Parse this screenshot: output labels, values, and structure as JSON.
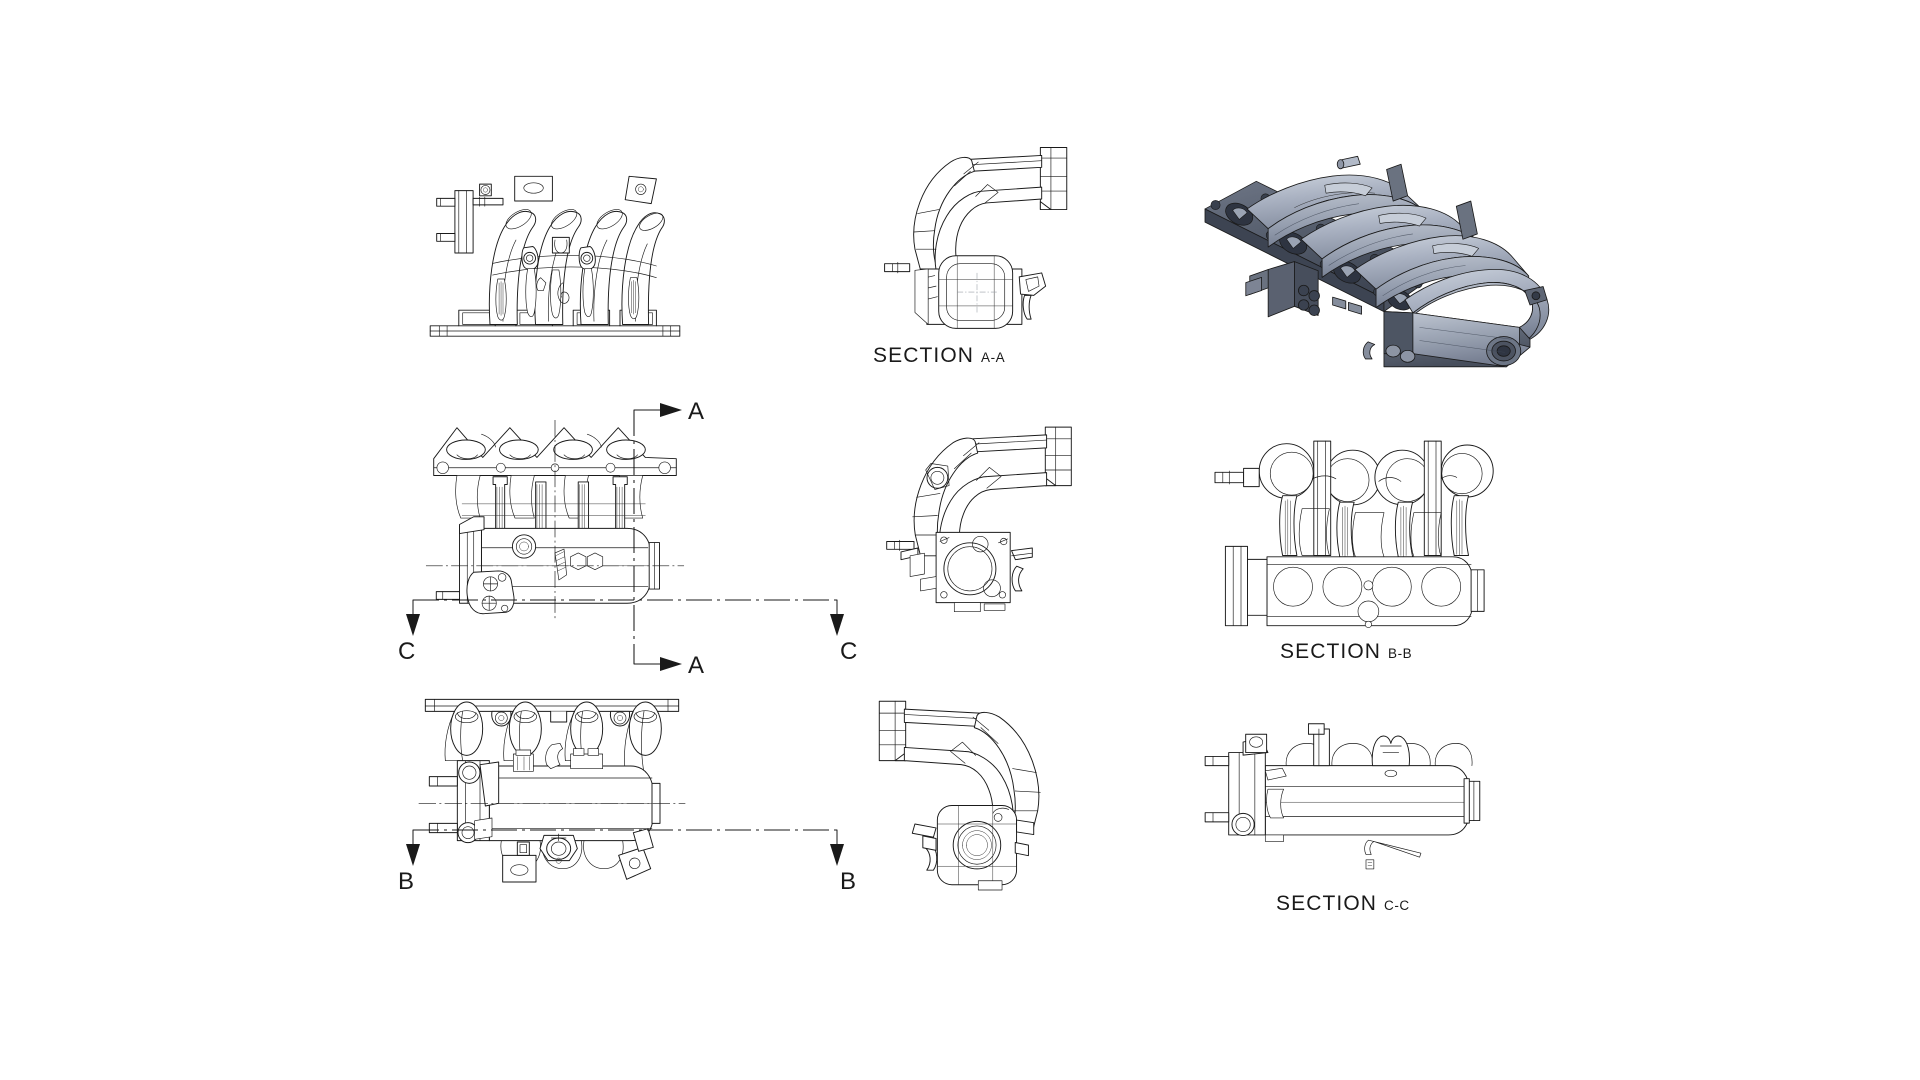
{
  "document": {
    "title": "Intake Manifold Multi-View Engineering Drawing",
    "sheet_background": "#ffffff",
    "line_color": "#1a1a1a"
  },
  "section_labels": [
    {
      "id": "sec-aa",
      "prefix": "SECTION",
      "suffix": "A-A"
    },
    {
      "id": "sec-bb",
      "prefix": "SECTION",
      "suffix": "B-B"
    },
    {
      "id": "sec-cc",
      "prefix": "SECTION",
      "suffix": "C-C"
    }
  ],
  "cut_markers": [
    {
      "id": "cut-a-top",
      "letter": "A",
      "direction": "right"
    },
    {
      "id": "cut-a-bottom",
      "letter": "A",
      "direction": "right"
    },
    {
      "id": "cut-c-left",
      "letter": "C",
      "direction": "down"
    },
    {
      "id": "cut-c-right",
      "letter": "C",
      "direction": "down"
    },
    {
      "id": "cut-b-left",
      "letter": "B",
      "direction": "down"
    },
    {
      "id": "cut-b-right",
      "letter": "B",
      "direction": "down"
    }
  ],
  "views": [
    {
      "id": "view-front-wireframe",
      "name": "front-elevation-view",
      "row": 1,
      "col": 1,
      "style": "wireframe"
    },
    {
      "id": "view-section-aa",
      "name": "section-aa-view",
      "row": 1,
      "col": 2,
      "style": "wireframe"
    },
    {
      "id": "view-isometric-shaded",
      "name": "isometric-3d-view",
      "row": 1,
      "col": 3,
      "style": "shaded"
    },
    {
      "id": "view-top-wireframe",
      "name": "top-plan-view",
      "row": 2,
      "col": 1,
      "style": "wireframe"
    },
    {
      "id": "view-right-side",
      "name": "right-side-view",
      "row": 2,
      "col": 2,
      "style": "wireframe"
    },
    {
      "id": "view-section-bb",
      "name": "section-bb-view",
      "row": 2,
      "col": 3,
      "style": "wireframe"
    },
    {
      "id": "view-bottom-wireframe",
      "name": "bottom-plan-view",
      "row": 3,
      "col": 1,
      "style": "wireframe"
    },
    {
      "id": "view-left-side",
      "name": "left-side-view",
      "row": 3,
      "col": 2,
      "style": "wireframe"
    },
    {
      "id": "view-section-cc",
      "name": "section-cc-view",
      "row": 3,
      "col": 3,
      "style": "wireframe"
    }
  ],
  "model": {
    "subject": "4-cylinder automotive intake manifold",
    "runner_count": 4,
    "flange_port_count": 4
  },
  "shading": {
    "runner_light": "#b4bcca",
    "runner_mid": "#9aa3b4",
    "runner_dark": "#7b8496",
    "flange_dark": "#4a5160",
    "flange_mid": "#5f6776",
    "flange_light": "#737c8c",
    "highlight": "#cdd4de",
    "shadow": "#3a4150",
    "edge": "#1a1a1a"
  }
}
